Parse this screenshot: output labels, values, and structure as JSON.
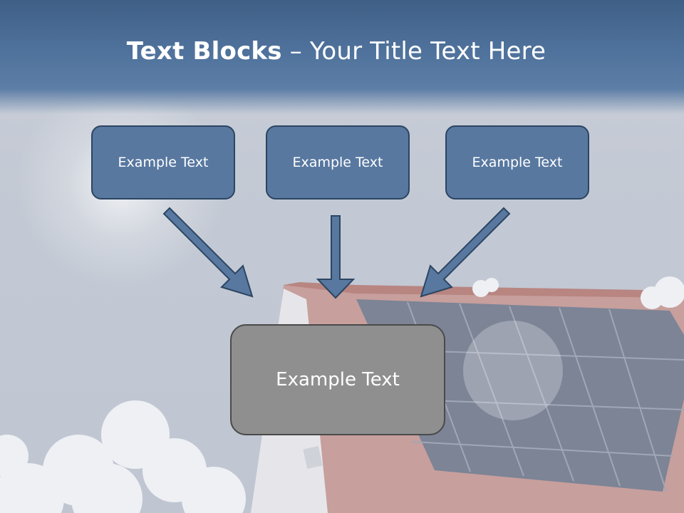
{
  "slide": {
    "title_bold": "Text Blocks",
    "title_separator": " – ",
    "title_rest": "Your Title Text Here",
    "colors": {
      "title_band": "#4f729c",
      "box_fill": "#5878a0",
      "box_border": "#2c4562",
      "center_box_fill": "#8f8f8f",
      "arrow_fill": "#5878a0",
      "arrow_stroke": "#2c4562"
    }
  },
  "boxes": [
    {
      "label": "Example Text"
    },
    {
      "label": "Example Text"
    },
    {
      "label": "Example Text"
    }
  ],
  "center_box": {
    "label": "Example Text"
  }
}
